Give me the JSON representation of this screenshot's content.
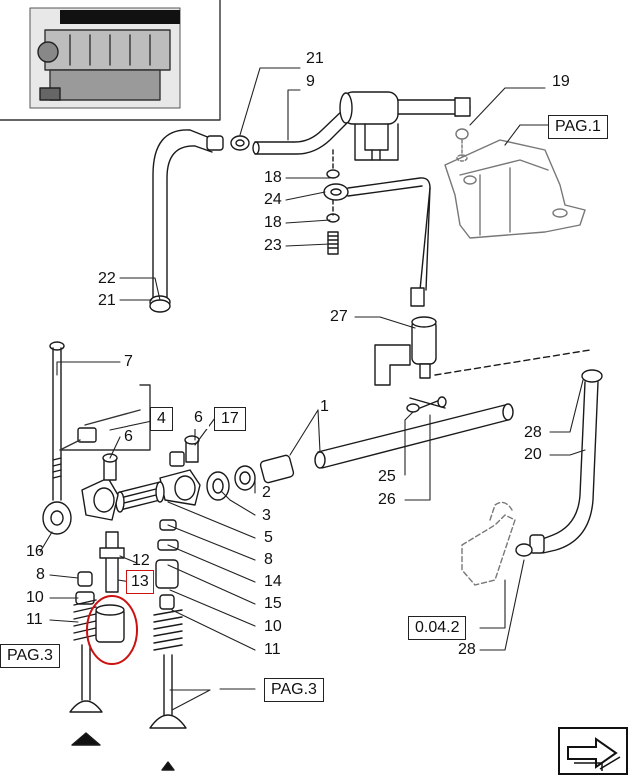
{
  "parts": {
    "p1": "1",
    "p2": "2",
    "p3": "3",
    "p4": "4",
    "p5": "5",
    "p6a": "6",
    "p6b": "6",
    "p7": "7",
    "p8a": "8",
    "p8b": "8",
    "p9": "9",
    "p10a": "10",
    "p10b": "10",
    "p11a": "11",
    "p11b": "11",
    "p12": "12",
    "p13": "13",
    "p14": "14",
    "p15": "15",
    "p16": "16",
    "p17": "17",
    "p18a": "18",
    "p18b": "18",
    "p19": "19",
    "p20": "20",
    "p21a": "21",
    "p21b": "21",
    "p22": "22",
    "p23": "23",
    "p24": "24",
    "p25": "25",
    "p26": "26",
    "p27": "27",
    "p28a": "28",
    "p28b": "28"
  },
  "refs": {
    "pag1": "PAG.1",
    "pag3_left": "PAG.3",
    "pag3_right": "PAG.3",
    "ref_0042": "0.04.2"
  },
  "colors": {
    "line": "#1a1a1a",
    "highlight": "#cc1111"
  },
  "icons": {
    "nav": "next-page-arrow-icon"
  }
}
